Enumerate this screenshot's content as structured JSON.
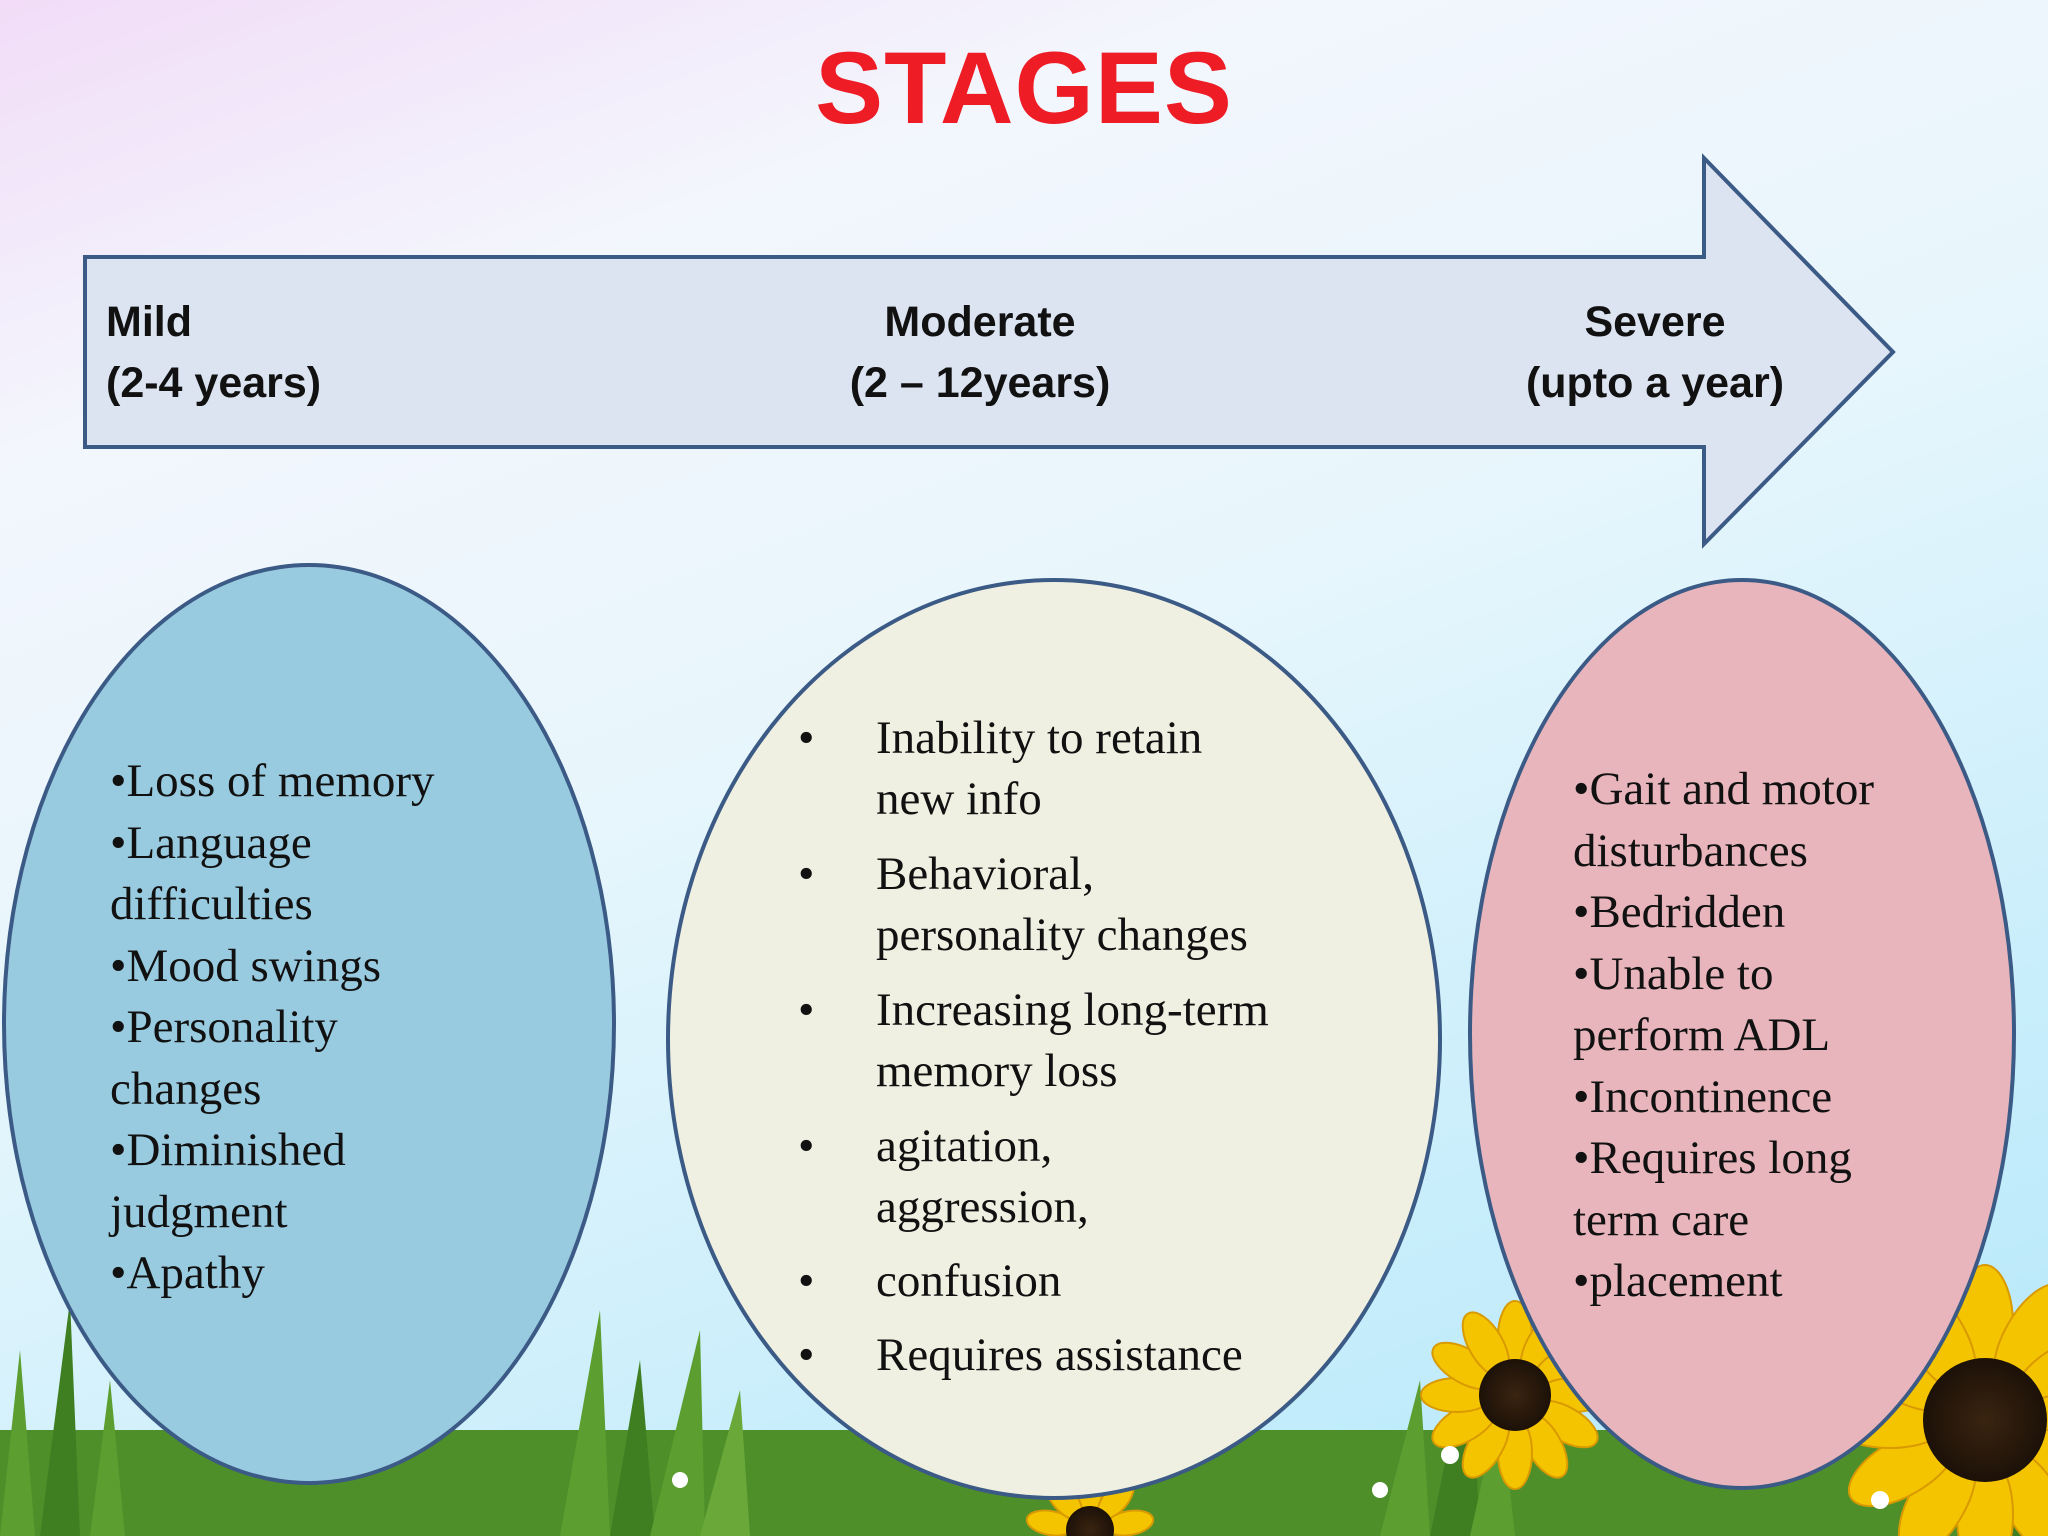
{
  "title": "STAGES",
  "stages": [
    {
      "name": "Mild",
      "duration": "(2-4 years)"
    },
    {
      "name": "Moderate",
      "duration": "(2 – 12years)"
    },
    {
      "name": "Severe",
      "duration": "(upto a year)"
    }
  ],
  "mild_list": [
    "•Loss of memory",
    "•Language",
    "difficulties",
    "•Mood swings",
    "•Personality",
    "changes",
    "•Diminished",
    "judgment",
    "•Apathy"
  ],
  "moderate_list": [
    {
      "bullet": "•",
      "lines": [
        "Inability to retain",
        "new info"
      ]
    },
    {
      "bullet": "•",
      "lines": [
        "Behavioral,",
        "personality changes"
      ]
    },
    {
      "bullet": "•",
      "lines": [
        "Increasing long-term",
        "memory loss"
      ]
    },
    {
      "bullet": "•",
      "lines": [
        "agitation,",
        "aggression,"
      ]
    },
    {
      "bullet": "•",
      "lines": [
        "confusion"
      ]
    },
    {
      "bullet": "•",
      "lines": [
        "Requires assistance"
      ]
    }
  ],
  "severe_list": [
    "•Gait and motor",
    "disturbances",
    "•Bedridden",
    "•Unable to",
    "perform ADL",
    "•Incontinence",
    "•Requires long",
    "term care",
    "•placement"
  ],
  "colors": {
    "title": "#ee1c25",
    "arrow_fill": "#dce3f1",
    "arrow_stroke": "#3b5a85",
    "mild_oval": "#99cbe0",
    "moderate_oval": "#eff0e1",
    "severe_oval": "#e7b5bb"
  }
}
